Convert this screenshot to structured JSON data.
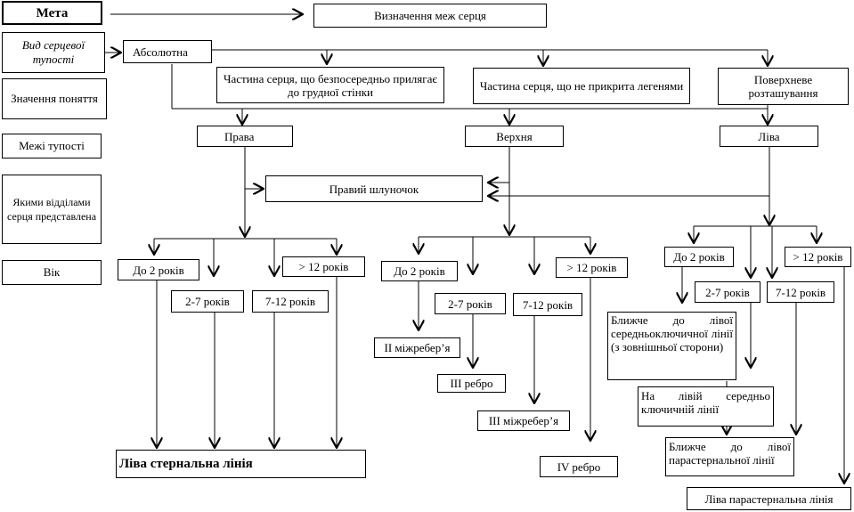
{
  "left_column": {
    "goal": "Мета",
    "kind": "Вид серцевої тупості",
    "meaning": "Значення поняття",
    "borders": "Межі тупості",
    "heart_parts": "Якими відділами серця представлена",
    "age": "Вік"
  },
  "definition": "Визначення меж серця",
  "absolute": "Абсолютна",
  "meanings": {
    "adjacent": "Частина серця, що безпосередньо прилягає до грудної стінки",
    "uncovered": "Частина серця, що не прикрита легенями",
    "superficial": "Поверхневе розташування"
  },
  "borders": {
    "right": "Права",
    "upper": "Верхня",
    "left": "Ліва"
  },
  "ventricle": "Правий шлуночок",
  "right_ages": [
    "До 2 років",
    "2-7 років",
    "7-12 років",
    "> 12 років"
  ],
  "right_result": "Ліва стернальна лінія",
  "upper_ages": [
    "До 2 років",
    "2-7 років",
    "7-12 років",
    "> 12 років"
  ],
  "upper_results": [
    "ІІ міжребер’я",
    "ІІІ ребро",
    "ІІІ міжребер’я",
    "IV ребро"
  ],
  "left_ages": [
    "До 2 років",
    "2-7 років",
    "7-12 років",
    "> 12 років"
  ],
  "left_results": [
    "Ближче до лівої середньоключичної лінії (з зовнішньої сторони)",
    "На лівій середньо ключичній лінії",
    "Ближче до лівої парастернальної лінії",
    "Ліва парастернальна лінія"
  ]
}
